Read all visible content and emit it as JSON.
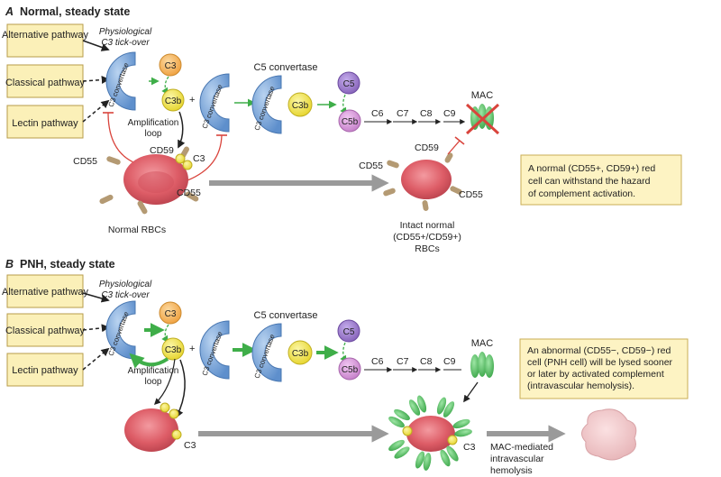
{
  "panel_a": {
    "letter": "A",
    "title": "Normal, steady state",
    "pathways": [
      "Alternative pathway",
      "Classical pathway",
      "Lectin pathway"
    ],
    "tickover": [
      "Physiological",
      "C3 tick-over"
    ],
    "convertase_label": "C3 convertase",
    "c3": "C3",
    "c3b": "C3b",
    "plus": "+",
    "c5_convertase": "C5 convertase",
    "c5": "C5",
    "c5b": "C5b",
    "terminal": [
      "C6",
      "C7",
      "C8",
      "C9"
    ],
    "mac": "MAC",
    "amplification": [
      "Amplification",
      "loop"
    ],
    "cd59": "CD59",
    "cd55": "CD55",
    "normal_rbcs": "Normal RBCs",
    "intact": [
      "Intact normal",
      "(CD55+/CD59+)",
      "RBCs"
    ],
    "note": [
      "A normal (CD55+, CD59+) red",
      "cell can withstand the hazard",
      "of complement activation."
    ]
  },
  "panel_b": {
    "letter": "B",
    "title": "PNH, steady state",
    "pathways": [
      "Alternative pathway",
      "Classical pathway",
      "Lectin pathway"
    ],
    "tickover": [
      "Physiological",
      "C3 tick-over"
    ],
    "convertase_label": "C3 convertase",
    "c3": "C3",
    "c3b": "C3b",
    "plus": "+",
    "c5_convertase": "C5 convertase",
    "c5": "C5",
    "c5b": "C5b",
    "terminal": [
      "C6",
      "C7",
      "C8",
      "C9"
    ],
    "mac": "MAC",
    "amplification": [
      "Amplification",
      "loop"
    ],
    "note": [
      "An abnormal (CD55−, CD59−) red",
      "cell (PNH cell) will be lysed sooner",
      "or later by activated complement",
      "(intravascular hemolysis)."
    ],
    "hemolysis": [
      "MAC-mediated",
      "intravascular",
      "hemolysis"
    ]
  },
  "colors": {
    "convertase": "#7aa3d6",
    "c3_orange": "#f4b35a",
    "c3b_yellow": "#f3e645",
    "c5_purple": "#9a78c6",
    "c5b_pink": "#d699d9",
    "rbc": "#dd5c66",
    "mac_green": "#5fc36c",
    "arrow_green": "#3fae49",
    "inhibit_red": "#d9443c",
    "big_arrow": "#9a9a9a"
  }
}
